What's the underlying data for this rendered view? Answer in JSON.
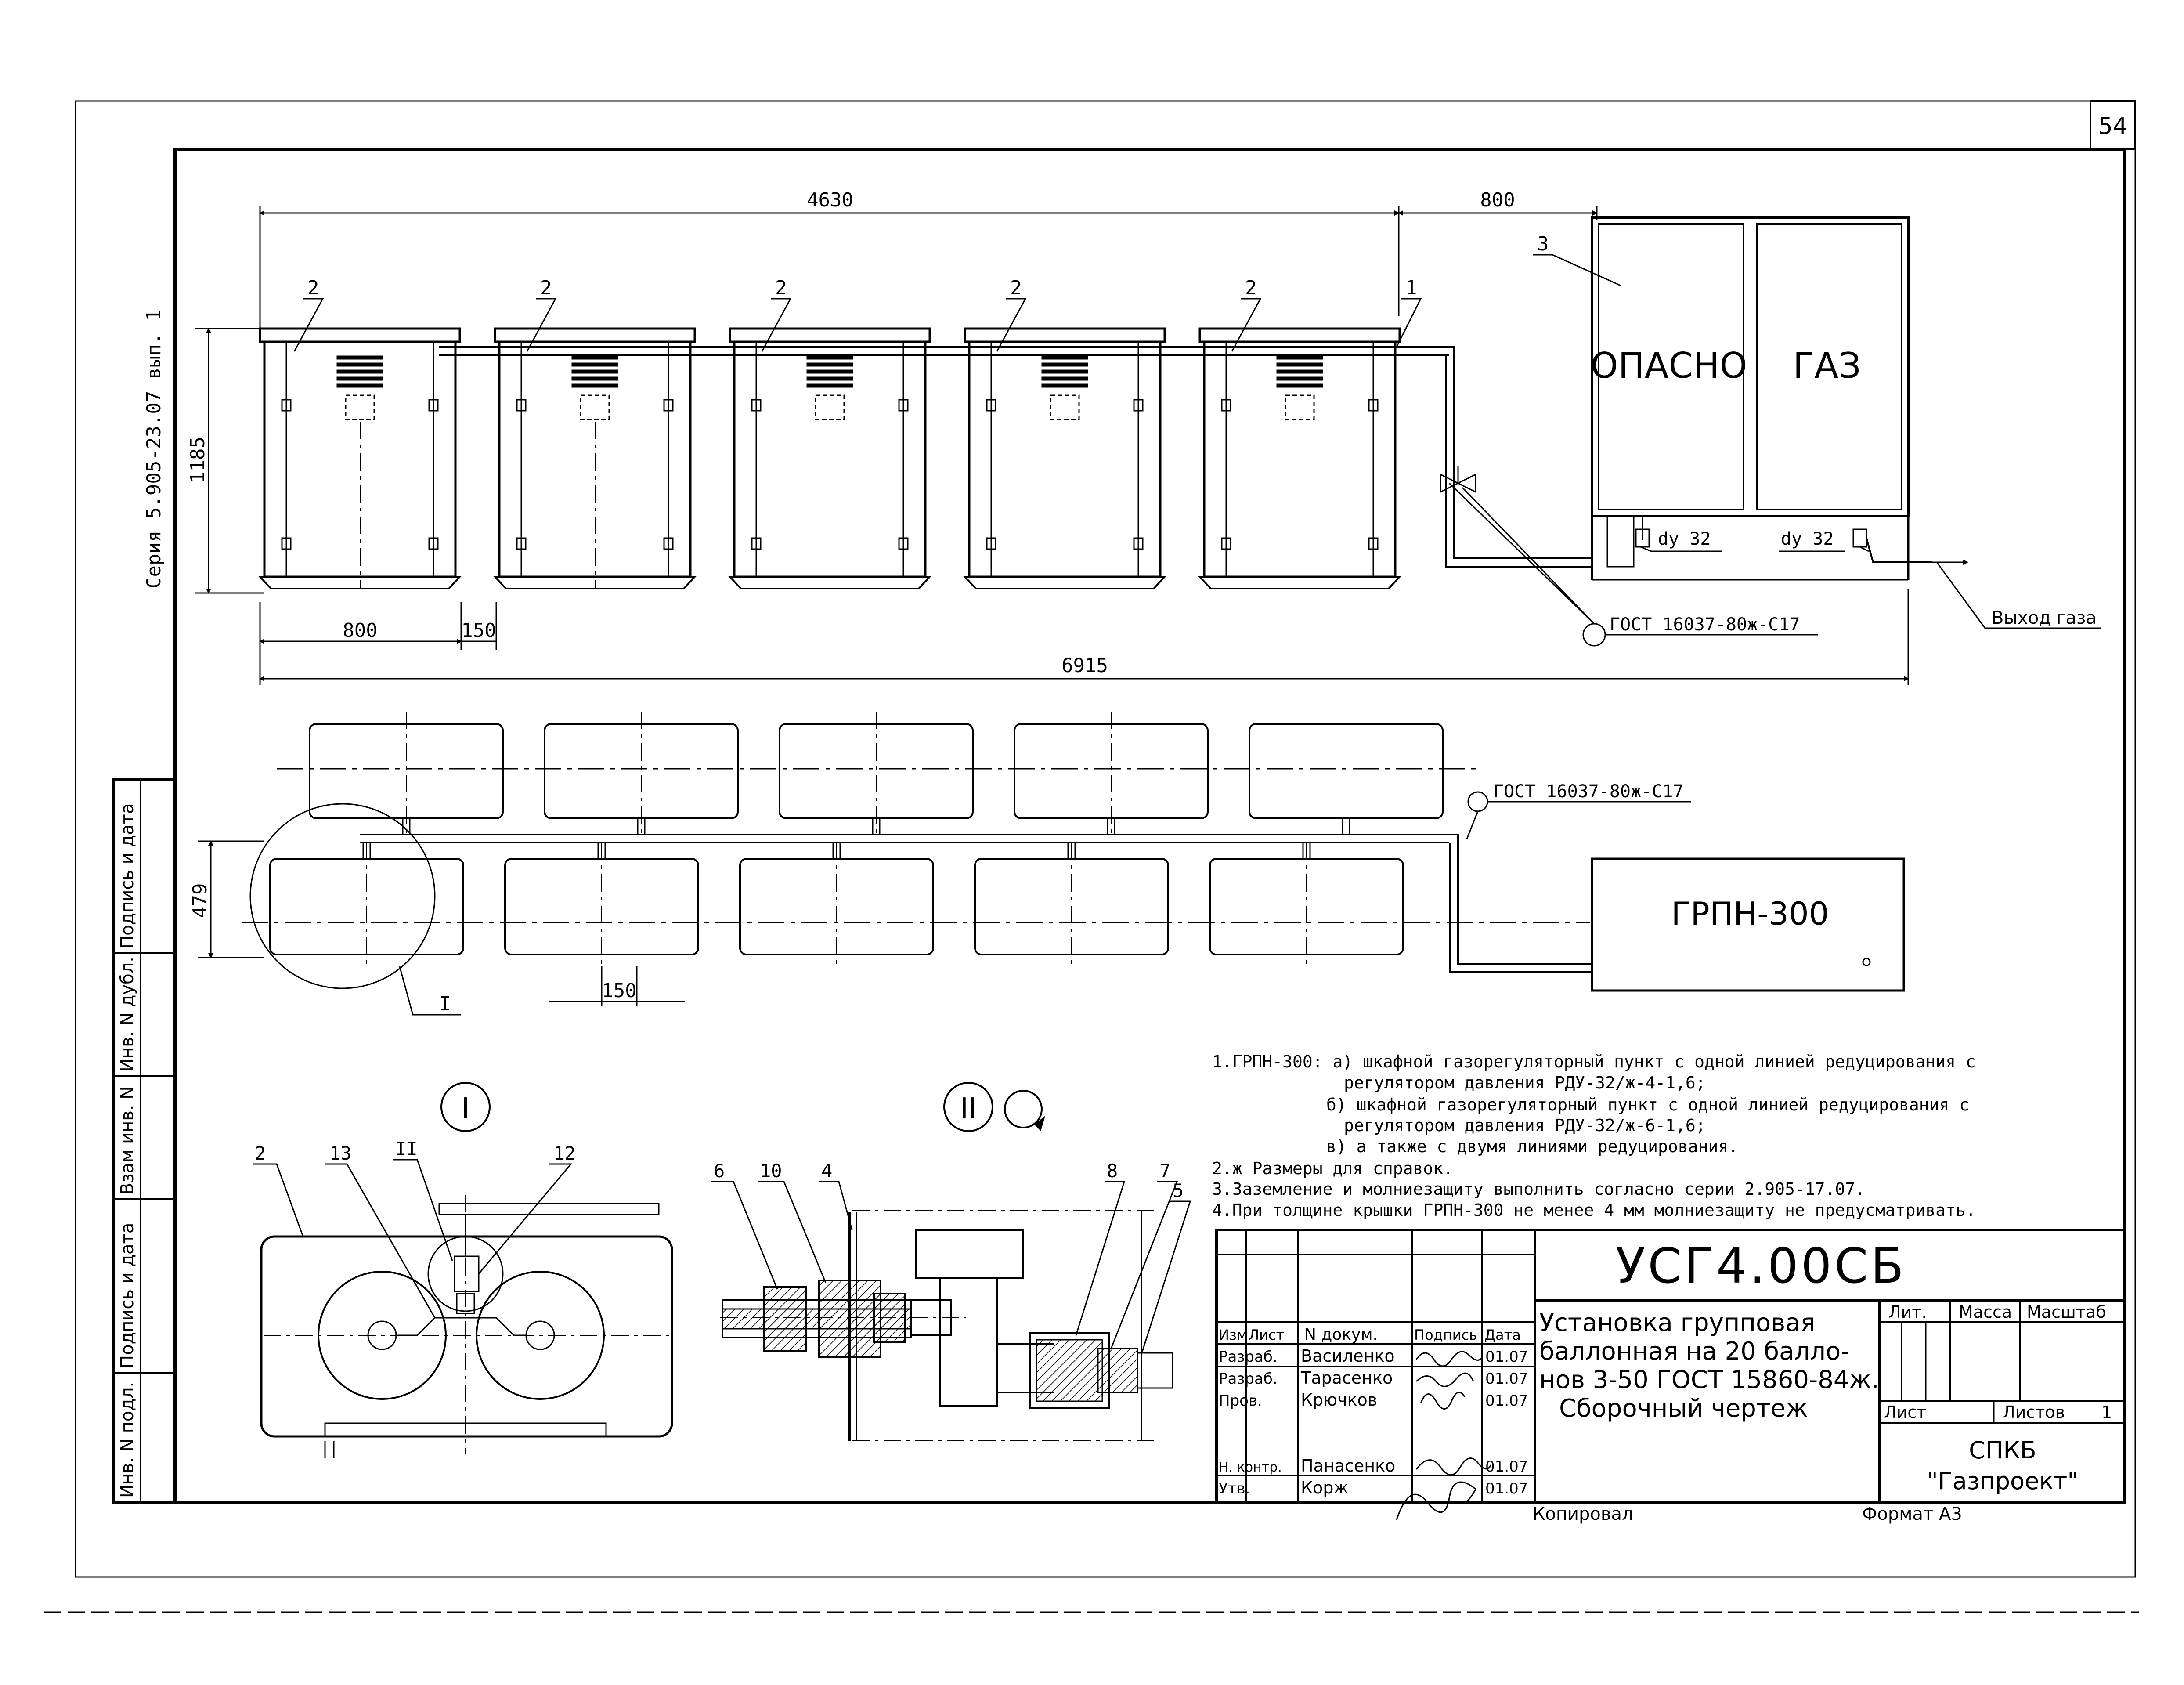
{
  "sheet": {
    "number": "54",
    "series": "Серия 5.905-23.07 вып. 1"
  },
  "dimensions": {
    "d4630": "4630",
    "d800_top": "800",
    "d1185": "1185",
    "d800_bottom": "800",
    "d150_top": "150",
    "d6915": "6915",
    "d479": "479",
    "d150_plan": "150"
  },
  "callouts": {
    "cabinet": "2",
    "pipe": "1",
    "grpn": "3",
    "view_i": "I",
    "d2": "2",
    "d13": "13",
    "dII": "II",
    "d12": "12",
    "d6": "6",
    "d10": "10",
    "d4": "4",
    "d8": "8",
    "d7": "7",
    "d5": "5"
  },
  "labels": {
    "danger": "ОПАСНО",
    "gas": "ГАЗ",
    "dy1": "dy 32",
    "dy2": "dy 32",
    "gost_top": "ГОСТ 16037-80ж-С17",
    "gost_plan": "ГОСТ 16037-80ж-С17",
    "gas_exit": "Выход газа",
    "grpn300": "ГРПН-300",
    "view_I": "I",
    "view_II": "II"
  },
  "notes": [
    "1.ГРПН-300: а) шкафной газорегуляторный пункт с одной линией редуцирования с",
    "регулятором давления РДУ-32/ж-4-1,6;",
    "б) шкафной газорегуляторный пункт с одной линией редуцирования с",
    "регулятором давления РДУ-32/ж-6-1,6;",
    "в) а также с двумя линиями редуцирования.",
    "2.ж Размеры для справок.",
    "3.Заземление и молниезащиту выполнить согласно серии 2.905-17.07.",
    "4.При толщине крышки ГРПН-300 не менее 4 мм молниезащиту не предусматривать."
  ],
  "side_stamp": [
    "Подпись и дата",
    "Инв. N дубл.",
    "Взам инв. N",
    "Подпись и дата",
    "Инв. N подл."
  ],
  "title_block": {
    "code": "УСГ4.00СБ",
    "title_lines": [
      "Установка групповая",
      "баллонная на 20 балло-",
      "нов 3-50 ГОСТ 15860-84ж.",
      "Сборочный чертеж"
    ],
    "header": {
      "izm": "Изм.",
      "list": "Лист",
      "doc": "N докум.",
      "sign": "Подпись",
      "date": "Дата"
    },
    "rows": [
      {
        "role": "Разраб.",
        "name": "Василенко",
        "date": "01.07"
      },
      {
        "role": "Разраб.",
        "name": "Тарасенко",
        "date": "01.07"
      },
      {
        "role": "Пров.",
        "name": "Крючков",
        "date": "01.07"
      },
      {
        "role": "Н. контр.",
        "name": "Панасенко",
        "date": "01.07"
      },
      {
        "role": "Утв.",
        "name": "Корж",
        "date": "01.07"
      }
    ],
    "lit": "Лит.",
    "mass": "Масса",
    "scale": "Масштаб",
    "sheet": "Лист",
    "sheets": "Листов",
    "sheets_count": "1",
    "org1": "СПКБ",
    "org2": "\"Газпроект\"",
    "copied": "Копировал",
    "format": "Формат А3"
  }
}
